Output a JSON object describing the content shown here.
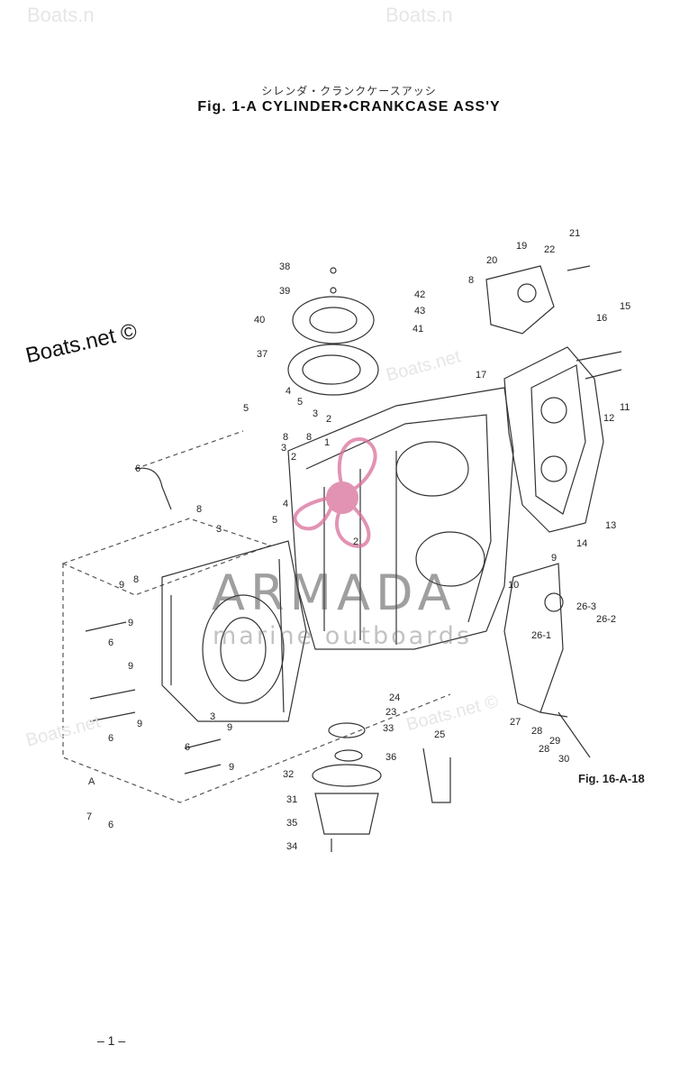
{
  "header": {
    "title_jp": "シレンダ・クランクケースアッシ",
    "title_en": "Fig. 1-A   CYLINDER•CRANKCASE ASS'Y"
  },
  "watermarks": {
    "corner_top_left": "Boats.n",
    "corner_top_mid": "Boats.n",
    "main": "Boats.net ©",
    "faint_1": "Boats.net",
    "faint_2": "Boats.net",
    "faint_3": "Boats.net ©",
    "brand": "ARMADA",
    "brand_sub": "marine outboards",
    "brand_color": "#d9709a"
  },
  "callouts": [
    "38",
    "39",
    "40",
    "42",
    "43",
    "41",
    "37",
    "4",
    "5",
    "3",
    "2",
    "8",
    "1",
    "6",
    "5",
    "3",
    "2",
    "8",
    "4",
    "5",
    "2",
    "17",
    "8",
    "20",
    "19",
    "22",
    "21",
    "15",
    "16",
    "11",
    "12",
    "13",
    "14",
    "9",
    "10",
    "26-3",
    "26-2",
    "26-1",
    "27",
    "28",
    "29",
    "28",
    "30",
    "24",
    "23",
    "25",
    "33",
    "36",
    "32",
    "31",
    "35",
    "34",
    "A",
    "7",
    "6",
    "9",
    "9",
    "6",
    "9",
    "9",
    "6",
    "9",
    "8",
    "9",
    "6",
    "3",
    "8",
    "3"
  ],
  "figure_ref": "Fig. 16-A-18",
  "page_number": "– 1 –"
}
